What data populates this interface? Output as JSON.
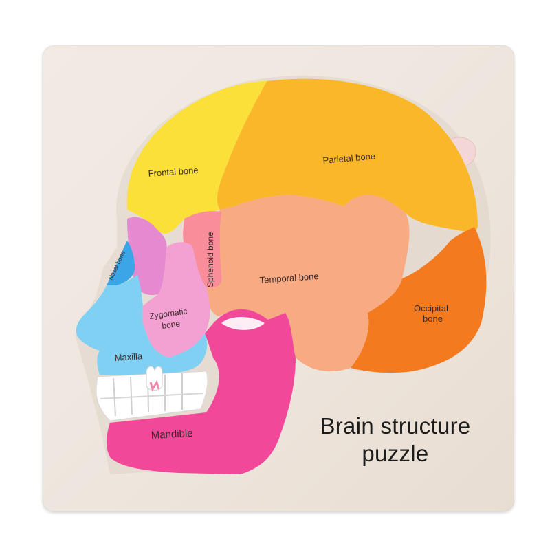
{
  "puzzle": {
    "title_line1": "Brain structure",
    "title_line2": "puzzle",
    "pieces": {
      "frontal": "Frontal bone",
      "parietal": "Parietal bone",
      "sphenoid": "Sphenoid bone",
      "temporal": "Temporal bone",
      "occipital_1": "Occipital",
      "occipital_2": "bone",
      "nasal": "Nasal bone",
      "zygomatic_1": "Zygomatic",
      "zygomatic_2": "bone",
      "maxilla": "Maxilla",
      "mandible": "Mandible"
    },
    "colors": {
      "board": "#efe7df",
      "frontal": "#fbe03a",
      "parietal": "#fbb72a",
      "occipital": "#f47a1f",
      "temporal": "#f8aa82",
      "sphenoid": "#f98d9a",
      "zygomatic": "#f3a0d2",
      "orbit": "#e58ad0",
      "nasal": "#3aa6e8",
      "maxilla": "#7fd0f2",
      "mandible": "#f2489a",
      "teeth": "#ffffff"
    }
  }
}
